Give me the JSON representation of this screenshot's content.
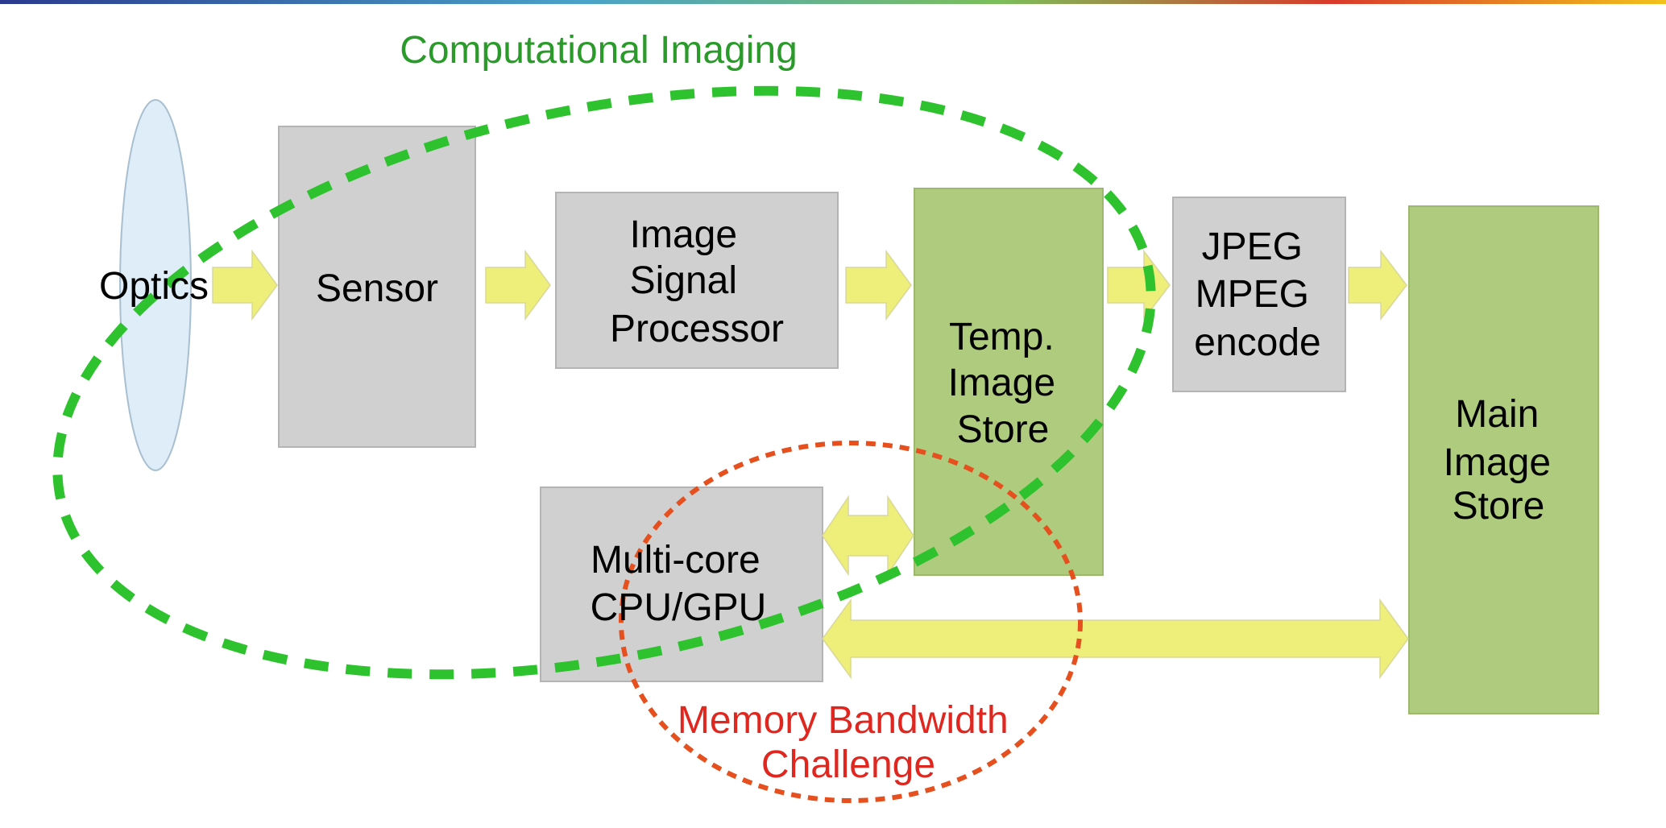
{
  "title": "Computational Imaging",
  "blocks": {
    "optics": "Optics",
    "sensor": "Sensor",
    "isp": [
      "Image",
      "Signal",
      "Processor"
    ],
    "temp_store": [
      "Temp.",
      "Image",
      "Store"
    ],
    "encode": [
      "JPEG",
      "MPEG",
      "encode"
    ],
    "main_store": [
      "Main",
      "Image",
      "Store"
    ],
    "cpu_gpu": [
      "Multi-core",
      "CPU/GPU"
    ]
  },
  "challenge_label": [
    "Memory Bandwidth",
    "Challenge"
  ],
  "colors": {
    "computational_imaging_outline": "#2ec22e",
    "memory_challenge_outline": "#e5501e",
    "processing_block": "#d0d0d0",
    "storage_block": "#afcb7d",
    "data_flow_arrow": "#eeee7a",
    "optics_lens": "#deedf8"
  }
}
